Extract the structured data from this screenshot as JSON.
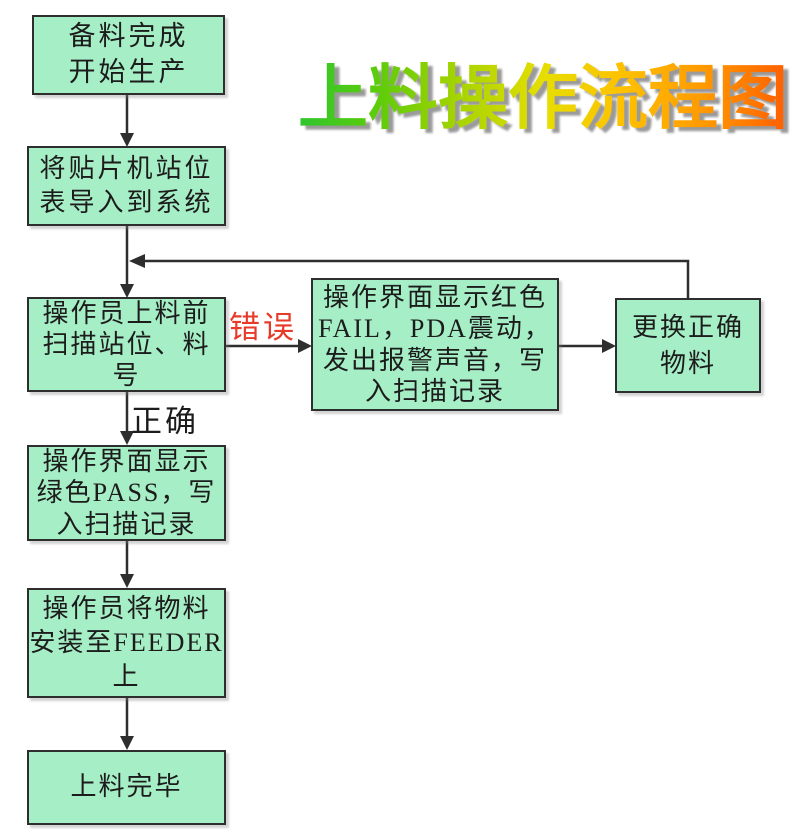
{
  "title": {
    "text": "上料操作流程图",
    "gradient_colors": [
      "#2FC52F",
      "#5FCC0A",
      "#A8D400",
      "#E6DE00",
      "#FFC000",
      "#FF9800",
      "#FF5E00"
    ]
  },
  "nodes": {
    "prepare": {
      "label": "备料完成\n开始生产"
    },
    "import": {
      "label": "将贴片机站位\n表导入到系统"
    },
    "scan": {
      "label": "操作员上料前\n扫描站位、料\n号"
    },
    "fail": {
      "label": "操作界面显示红色\nFAIL，PDA震动，\n发出报警声音，写\n入扫描记录"
    },
    "replace": {
      "label": "更换正确\n物料"
    },
    "pass": {
      "label": "操作界面显示\n绿色PASS，写\n入扫描记录"
    },
    "feeder": {
      "label": "操作员将物料\n安装至FEEDER\n上"
    },
    "done": {
      "label": "上料完毕"
    }
  },
  "edge_labels": {
    "error": "错误",
    "correct": "正确"
  },
  "colors": {
    "node_fill": "#A6EEC6",
    "node_border": "#2E2E2E",
    "arrow": "#2E2E2E",
    "text": "#1C1C1C",
    "error_label": "#E83A28"
  }
}
